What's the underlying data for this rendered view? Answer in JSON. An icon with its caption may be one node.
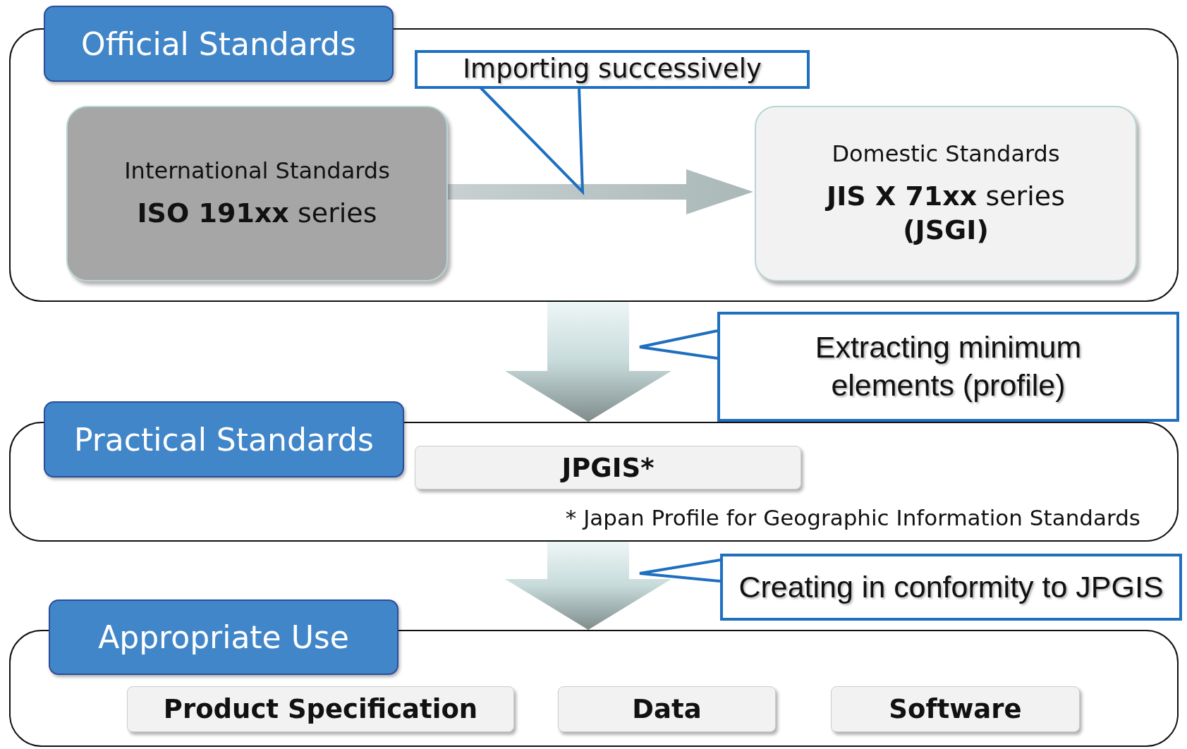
{
  "diagram": {
    "nodes": [
      {
        "text": [
          "Official Standards"
        ]
      },
      {
        "text": [
          "International Standards",
          "**ISO 191xx** series"
        ],
        "in": 0
      },
      {
        "text": [
          "Domestic Standards",
          "**JIS X 71xx** series **(JSGI)**"
        ],
        "in": 0
      },
      {
        "text": [
          "Importing successively"
        ],
        "in": 0
      },
      {
        "text": [
          "Extracting minimum elements (profile)"
        ]
      },
      {
        "text": [
          "Practical Standards",
          "* Japan Profile for Geographic Information Standards"
        ]
      },
      {
        "text": [
          "JPGIS*"
        ],
        "in": 5
      },
      {
        "text": [
          "Creating in conformity to JPGIS"
        ]
      },
      {
        "text": [
          "Appropriate Use"
        ]
      },
      {
        "text": [
          "Product Specification"
        ],
        "in": 8
      },
      {
        "text": [
          "Data"
        ],
        "in": 8
      },
      {
        "text": [
          "Software"
        ],
        "in": 8
      }
    ],
    "edges": [
      {
        "from": 1,
        "to": 2,
        "arrow": "to",
        "style": "thick"
      },
      {
        "from": 0,
        "to": 5,
        "arrow": "to",
        "style": "thick"
      },
      {
        "from": 5,
        "to": 8,
        "arrow": "to",
        "style": "thick"
      },
      {
        "from": 3,
        "to": null,
        "arrow": "none",
        "color": "#1f6fbf"
      },
      {
        "from": 4,
        "to": null,
        "arrow": "none",
        "color": "#1f6fbf"
      },
      {
        "from": 7,
        "to": null,
        "arrow": "none",
        "color": "#1f6fbf"
      }
    ]
  }
}
